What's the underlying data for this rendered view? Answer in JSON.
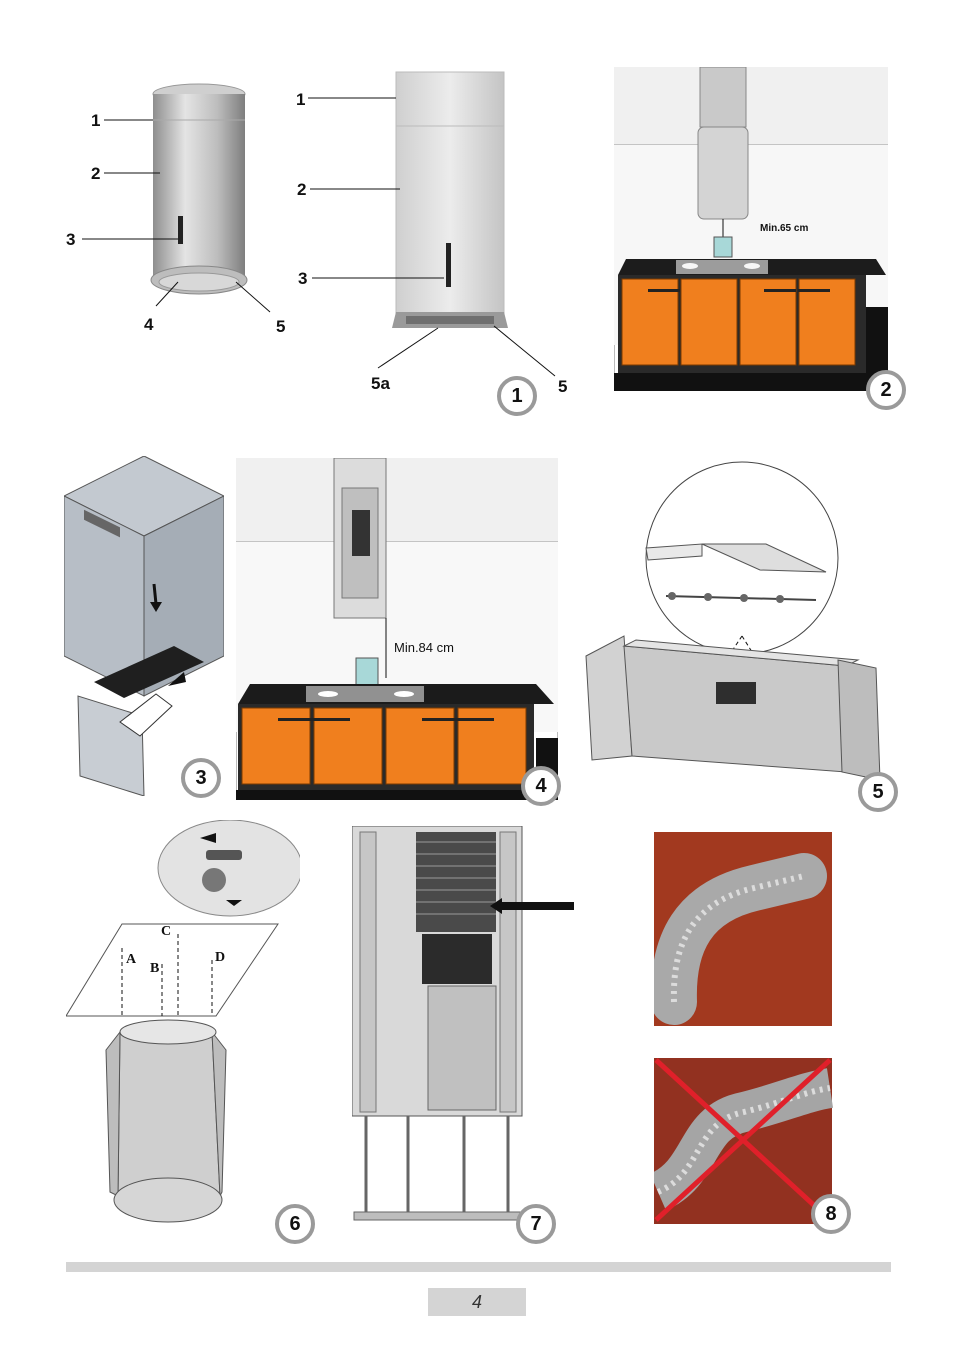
{
  "figures": {
    "fig1": {
      "badge": "1",
      "left_labels": [
        "1",
        "2",
        "3",
        "4",
        "5"
      ],
      "right_labels": [
        "1",
        "2",
        "3",
        "5a",
        "5"
      ]
    },
    "fig2": {
      "badge": "2",
      "distance": "Min.65 cm"
    },
    "fig3": {
      "badge": "3"
    },
    "fig4": {
      "badge": "4",
      "distance": "Min.84 cm"
    },
    "fig5": {
      "badge": "5"
    },
    "fig6": {
      "badge": "6",
      "screws": [
        "A",
        "B",
        "C",
        "D"
      ]
    },
    "fig7": {
      "badge": "7"
    },
    "fig8": {
      "badge": "8"
    }
  },
  "footer": {
    "page_number": "4"
  },
  "colors": {
    "cabinet": "#f07f1e",
    "badge_ring": "#9a9a9a",
    "cross": "#e0202a",
    "footer_bar": "#d4d4d4"
  }
}
